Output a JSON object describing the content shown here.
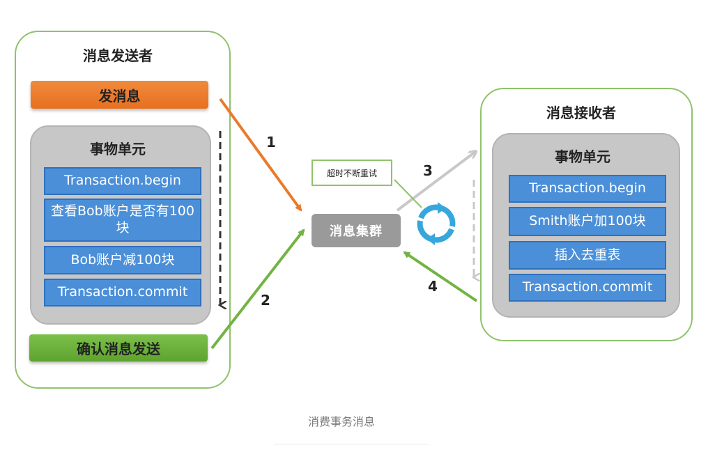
{
  "sender": {
    "title": "消息发送者",
    "send_button": "发消息",
    "confirm_button": "确认消息发送",
    "unit": {
      "title": "事物单元",
      "steps": [
        "Transaction.begin",
        "查看Bob账户是否有100块",
        "Bob账户减100块",
        "Transaction.commit"
      ]
    }
  },
  "receiver": {
    "title": "消息接收者",
    "unit": {
      "title": "事物单元",
      "steps": [
        "Transaction.begin",
        "Smith账户加100块",
        "插入去重表",
        "Transaction.commit"
      ]
    }
  },
  "cluster": {
    "label": "消息集群"
  },
  "retry": {
    "label": "超时不断重试"
  },
  "arrows": {
    "n1": "1",
    "n2": "2",
    "n3": "3",
    "n4": "4"
  },
  "colors": {
    "panel_border": "#8fc26a",
    "step_blue": "#4b8fd8",
    "orange": "#ea7a2a",
    "green": "#72b443",
    "gray_arrow": "#c8c8c8",
    "cycle_blue": "#35a7dd"
  },
  "caption": "消费事务消息"
}
